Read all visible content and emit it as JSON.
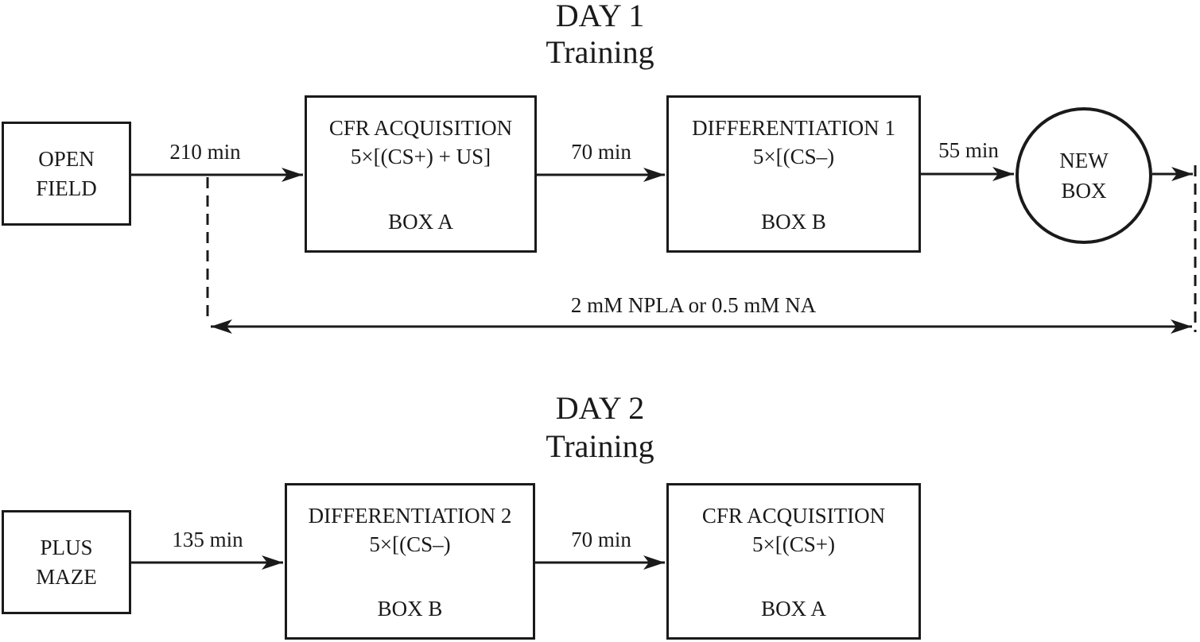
{
  "figure": {
    "line_color": "#1a1a1a",
    "background": "#ffffff"
  },
  "day1": {
    "title": "DAY 1",
    "subtitle": "Training",
    "open_field": {
      "line1": "OPEN",
      "line2": "FIELD"
    },
    "arrow1_label": "210 min",
    "box_a": {
      "title": "CFR ACQUISITION",
      "formula": "5×[(CS+) + US]",
      "location": "BOX A"
    },
    "arrow2_label": "70 min",
    "box_b": {
      "title": "DIFFERENTIATION 1",
      "formula": "5×[(CS–)",
      "location": "BOX B"
    },
    "arrow3_label": "55 min",
    "new_box": {
      "line1": "NEW",
      "line2": "BOX"
    },
    "drug_label": "2 mM NPLA or 0.5 mM NA"
  },
  "day2": {
    "title": "DAY 2",
    "subtitle": "Training",
    "plus_maze": {
      "line1": "PLUS",
      "line2": "MAZE"
    },
    "arrow1_label": "135 min",
    "box_b": {
      "title": "DIFFERENTIATION 2",
      "formula": "5×[(CS–)",
      "location": "BOX B"
    },
    "arrow2_label": "70 min",
    "box_a": {
      "title": "CFR ACQUISITION",
      "formula": "5×[(CS+)",
      "location": "BOX A"
    }
  }
}
